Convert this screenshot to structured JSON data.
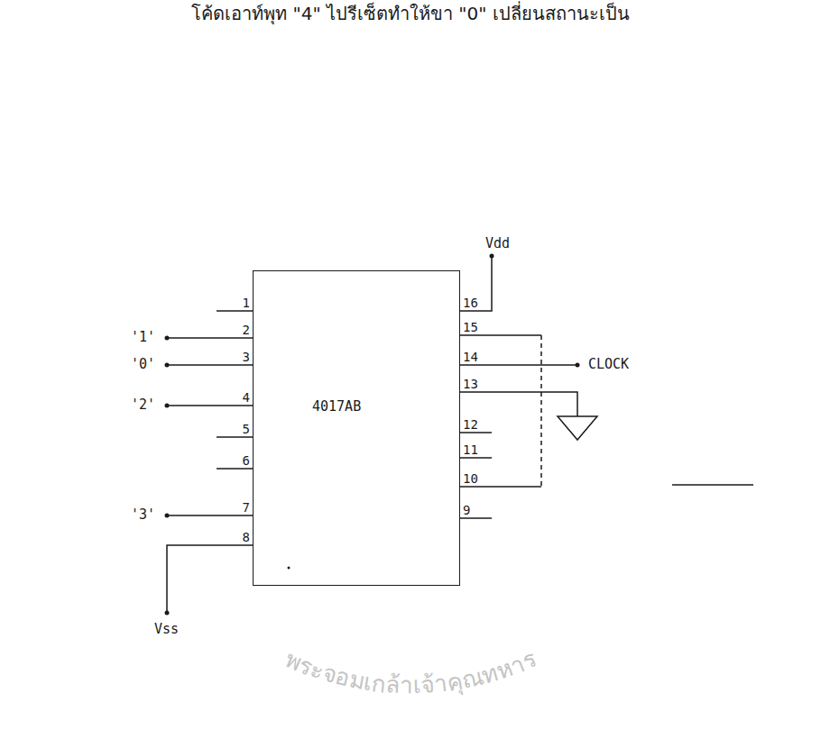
{
  "diagram": {
    "nodes": [
      {
        "text": [
          "4017AB"
        ]
      }
    ],
    "labels": [
      "โค้ดเอาท์พุท  \"4\"  ไปรีเซ็ตทำให้ขา  \"0\"  เปลี่ยนสถานะเป็น",
      "1",
      "2",
      "3",
      "4",
      "5",
      "6",
      "7",
      "8",
      "16",
      "15",
      "14",
      "13",
      "12",
      "11",
      "10",
      "9",
      "Vdd",
      "'1'",
      "'0'",
      "'2'",
      "'3'",
      "CLOCK",
      "Vss",
      "พระจอมเกล้าเจ้าคุณทหาร"
    ]
  }
}
